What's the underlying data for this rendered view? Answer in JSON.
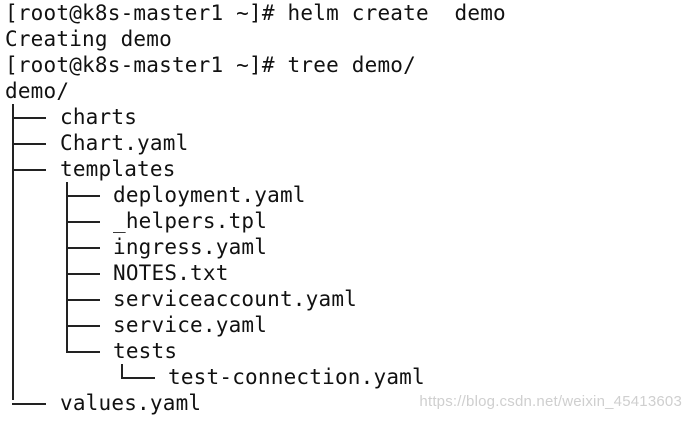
{
  "terminal": {
    "cmd1": "[root@k8s-master1 ~]# helm create  demo",
    "out1": "Creating demo",
    "cmd2": "[root@k8s-master1 ~]# tree demo/",
    "root": "demo/",
    "items": {
      "charts": "charts",
      "chart_yaml": "Chart.yaml",
      "templates": "templates",
      "deployment": "deployment.yaml",
      "helpers": "_helpers.tpl",
      "ingress": "ingress.yaml",
      "notes": "NOTES.txt",
      "serviceaccount": "serviceaccount.yaml",
      "service": "service.yaml",
      "tests": "tests",
      "test_connection": "test-connection.yaml",
      "values": "values.yaml"
    }
  },
  "watermark": "https://blog.csdn.net/weixin_45413603"
}
